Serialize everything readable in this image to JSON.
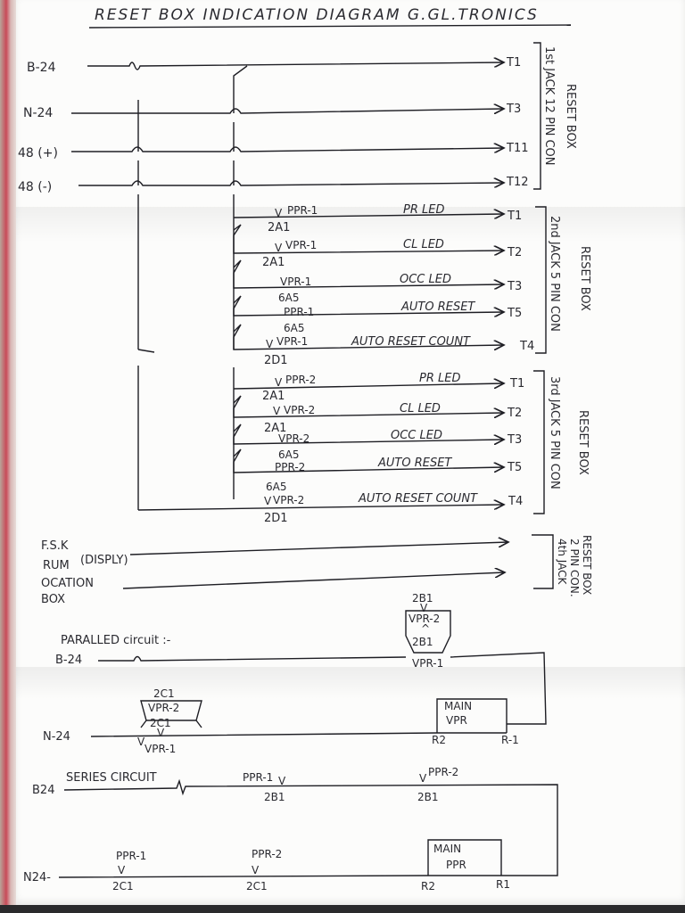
{
  "title": {
    "text": "RESET BOX INDICATION DIAGRAM G.GL.TRONICS"
  },
  "section1": {
    "inputs": [
      "B-24",
      "N-24",
      "48 (+)",
      "48 (-)"
    ],
    "terminals": [
      "T1",
      "T3",
      "T11",
      "T12"
    ],
    "box_label_1": "1st JACK 12 PIN CON",
    "box_label_2": "RESET BOX"
  },
  "section2": {
    "rows": [
      {
        "contact": "PPR-1",
        "below": "2A1",
        "desc": "PR LED",
        "term": "T1"
      },
      {
        "contact": "VPR-1",
        "below": "2A1",
        "desc": "CL LED",
        "term": "T2"
      },
      {
        "contact": "VPR-1",
        "below": "6A5",
        "desc": "OCC LED",
        "term": "T3"
      },
      {
        "contact": "PPR-1",
        "below": "6A5",
        "desc": "AUTO RESET",
        "term": "T5"
      },
      {
        "contact": "VPR-1",
        "below": "2D1",
        "desc": "AUTO RESET COUNT",
        "term": "T4"
      }
    ],
    "box_label_1": "2nd JACK 5 PIN CON",
    "box_label_2": "RESET BOX"
  },
  "section3": {
    "rows": [
      {
        "contact": "PPR-2",
        "below": "2A1",
        "desc": "PR LED",
        "term": "T1"
      },
      {
        "contact": "VPR-2",
        "below": "2A1",
        "desc": "CL LED",
        "term": "T2"
      },
      {
        "contact": "VPR-2",
        "below": "6A5",
        "desc": "OCC LED",
        "term": "T3"
      },
      {
        "contact": "PPR-2",
        "below": "6A5",
        "desc": "AUTO RESET",
        "term": "T5"
      },
      {
        "contact": "VPR-2",
        "below": "2D1",
        "desc": "AUTO RESET COUNT",
        "term": "T4"
      }
    ],
    "box_label_1": "3rd JACK 5 PIN CON",
    "box_label_2": "RESET BOX"
  },
  "section4": {
    "lines": [
      "F.S.K",
      "RUM",
      "(DISPLY)",
      "OCATION",
      "BOX"
    ],
    "box_label_1": "RESET BOX",
    "box_label_2": "2 PIN CON.",
    "box_label_3": "4th JACK"
  },
  "parallel": {
    "heading": "PARALLED circuit :-",
    "b24": "B-24",
    "n24": "N-24",
    "top_relay": {
      "top": "2B1",
      "name": "VPR-2",
      "bottom": "2B1",
      "under": "VPR-1"
    },
    "left_relay": {
      "top": "2C1",
      "name": "VPR-2",
      "bottom": "2C1",
      "under": "VPR-1"
    },
    "main": {
      "l1": "MAIN",
      "l2": "VPR",
      "r2": "R2",
      "r1": "R-1"
    }
  },
  "series": {
    "heading": "SERIES CIRCUIT",
    "b24": "B24",
    "n24": "N24-",
    "top": [
      {
        "name": "PPR-1",
        "sub": "2B1"
      },
      {
        "name": "PPR-2",
        "sub": "2B1"
      }
    ],
    "bottom": [
      {
        "name": "PPR-1",
        "sub": "2C1"
      },
      {
        "name": "PPR-2",
        "sub": "2C1"
      }
    ],
    "main": {
      "l1": "MAIN",
      "l2": "PPR",
      "r2": "R2",
      "r1": "R1"
    }
  }
}
